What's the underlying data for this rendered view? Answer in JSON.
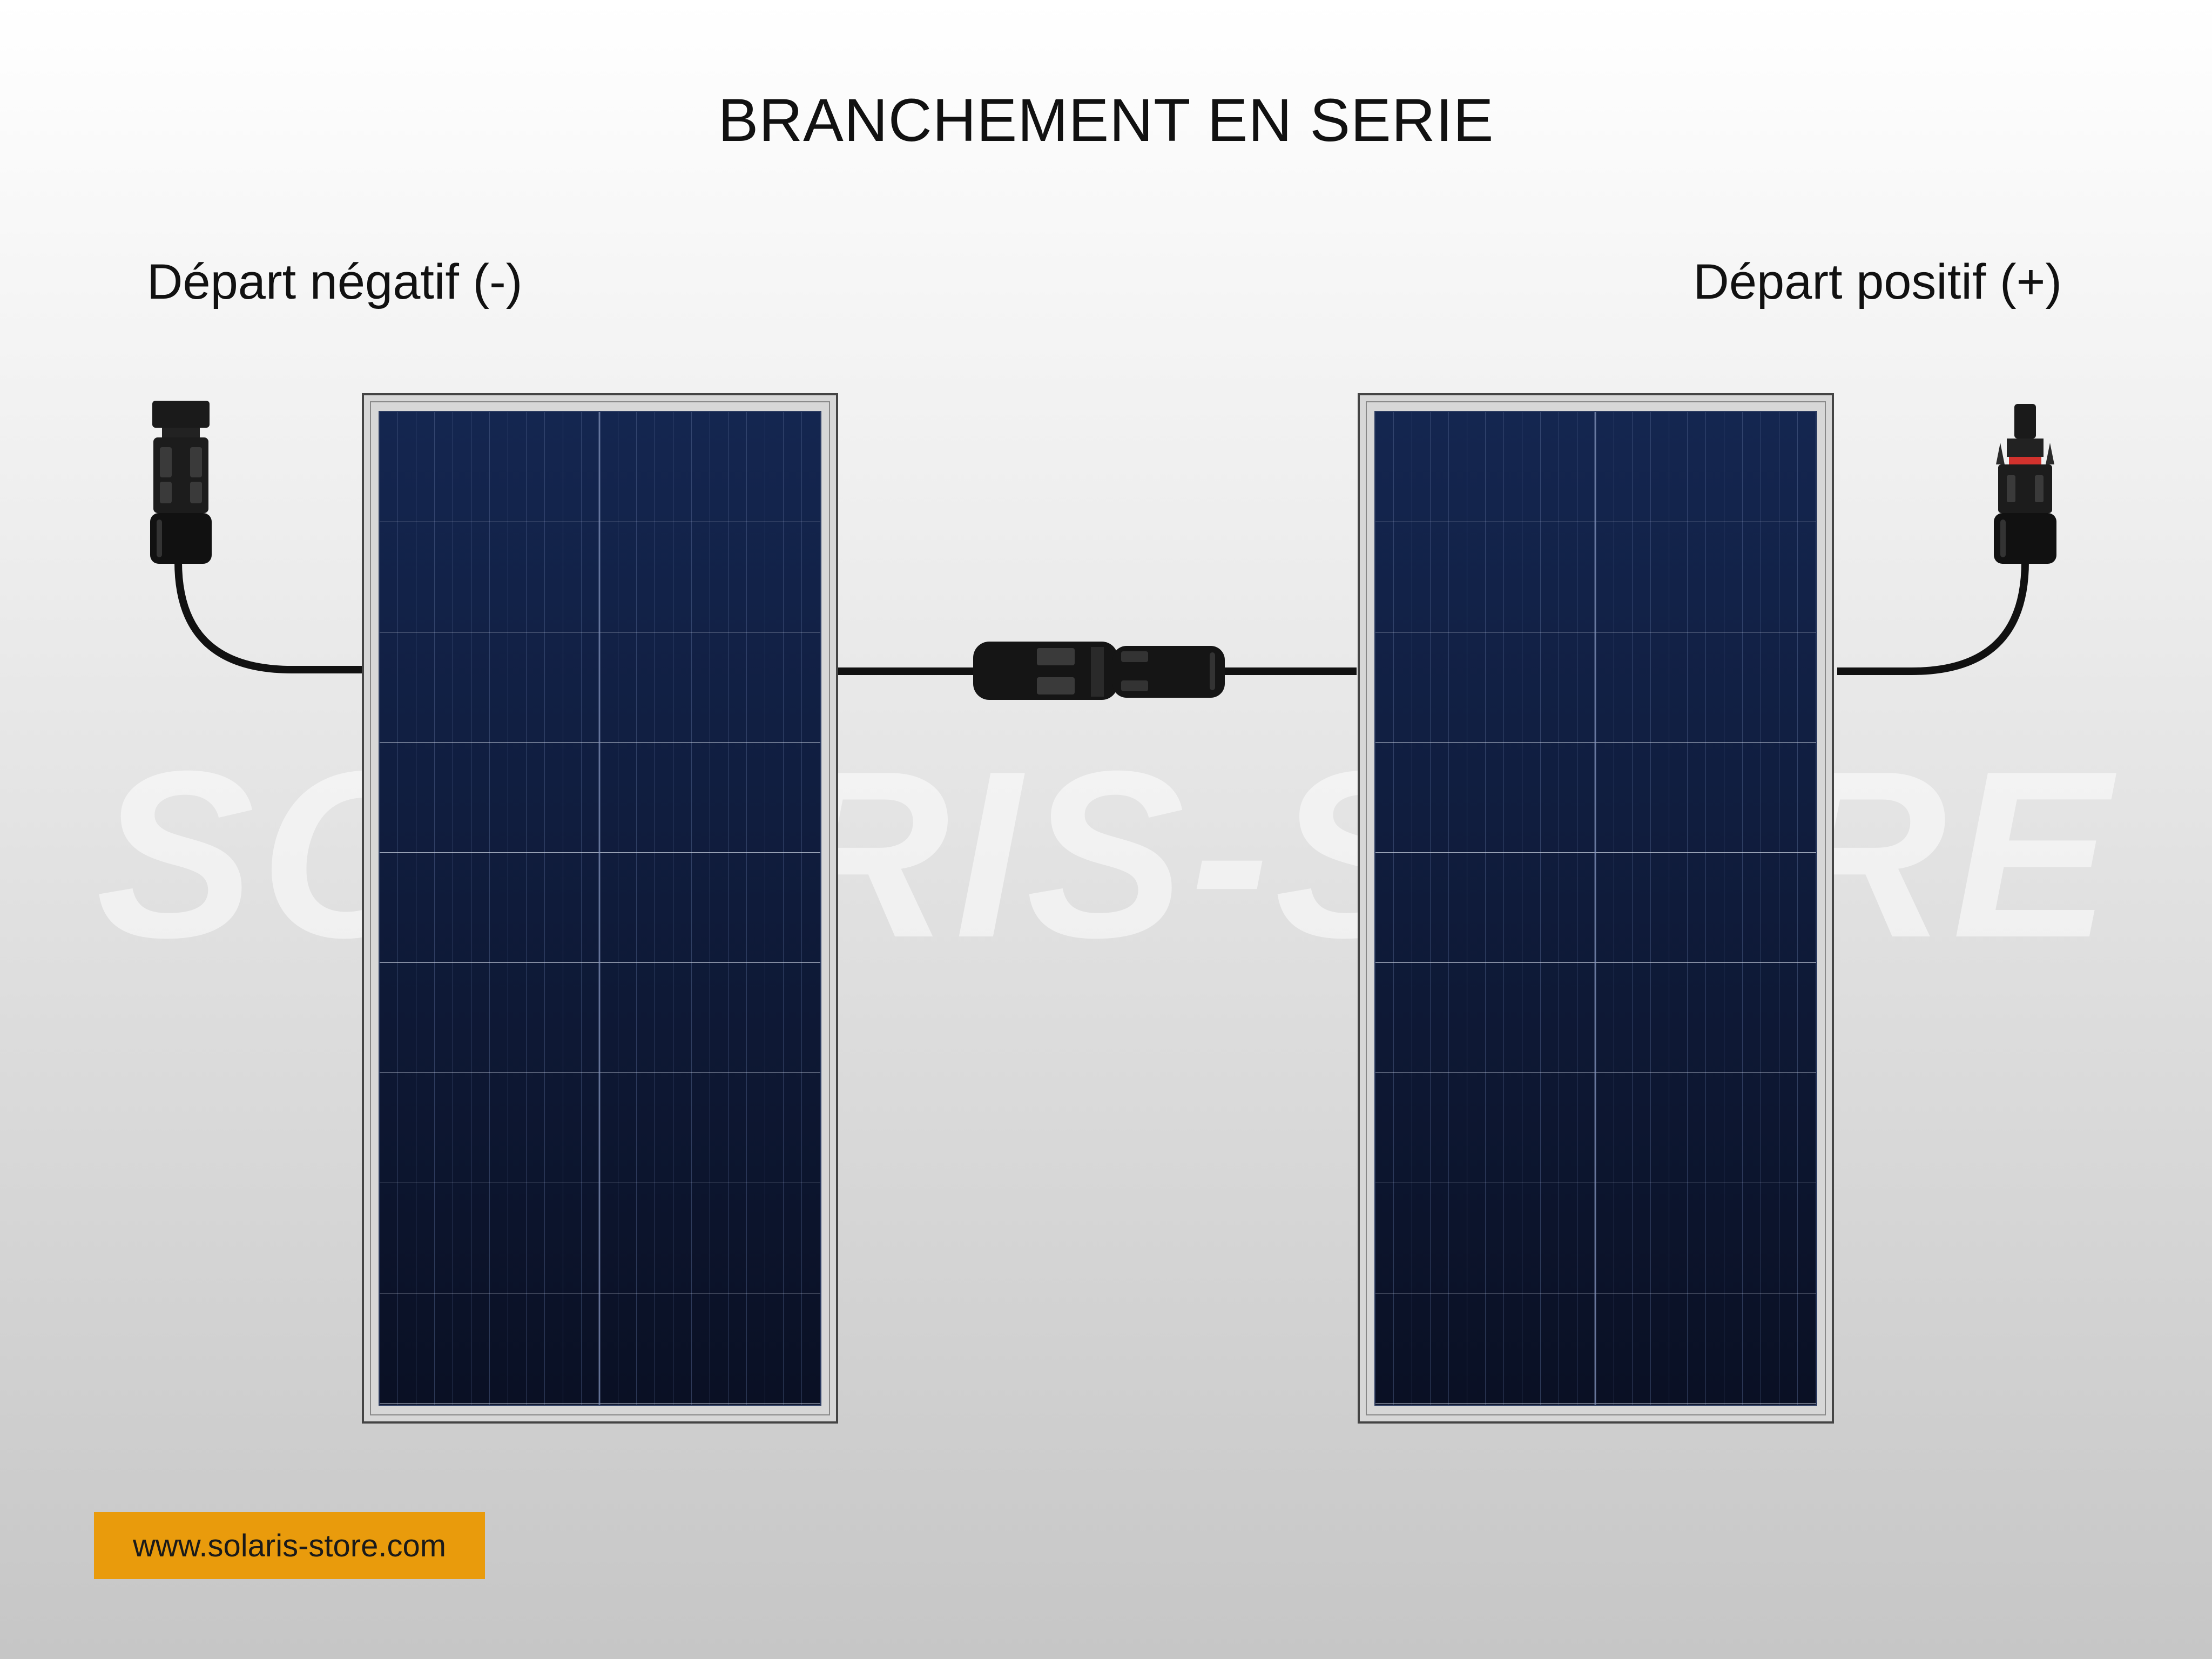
{
  "title": "BRANCHEMENT EN SERIE",
  "labels": {
    "negative": "Départ négatif (-)",
    "positive": "Départ positif (+)"
  },
  "watermark": "SOLARIS-STORE",
  "footer_url": "www.solaris-store.com",
  "colors": {
    "panel_cell": "#122248",
    "panel_frame": "#d8d8d8",
    "cable": "#111111",
    "accent": "#e99b0c",
    "connector_red": "#d2322d"
  }
}
